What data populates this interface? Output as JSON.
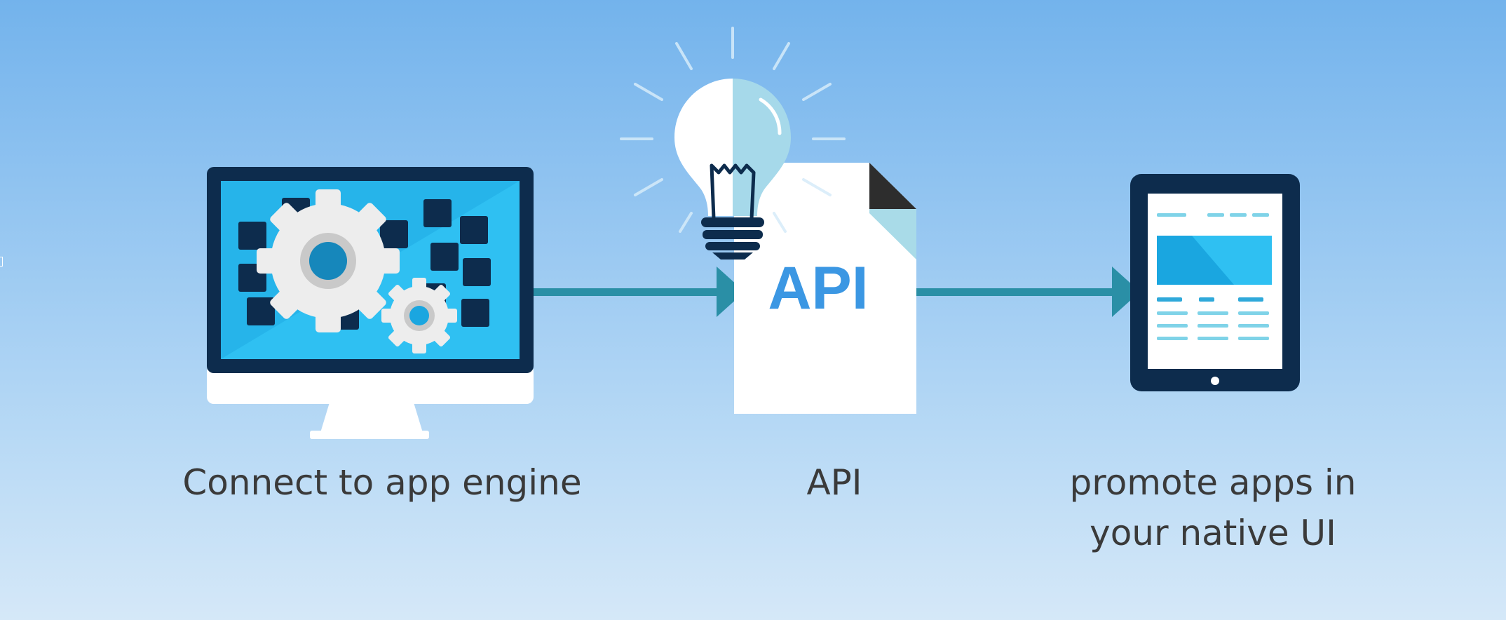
{
  "steps": [
    {
      "id": "engine",
      "label": "Connect to app engine",
      "icon": "monitor-with-gears-icon"
    },
    {
      "id": "api",
      "label": "API",
      "icon": "api-document-with-lightbulb-icon",
      "document_text": "API"
    },
    {
      "id": "native",
      "label": "promote apps in your native UI",
      "label_lines": [
        "promote apps in",
        "your native UI"
      ],
      "icon": "tablet-icon"
    }
  ],
  "colors": {
    "bg_top": "#73b3ec",
    "bg_bottom": "#d5e8f8",
    "navy": "#0d2c4d",
    "screen_blue": "#2fc0f2",
    "screen_blue_dark": "#1aa6e0",
    "arrow": "#2a8fa6",
    "api_text": "#3b97e3",
    "gear": "#ededed",
    "white": "#ffffff",
    "caption": "#3a3a3a"
  }
}
